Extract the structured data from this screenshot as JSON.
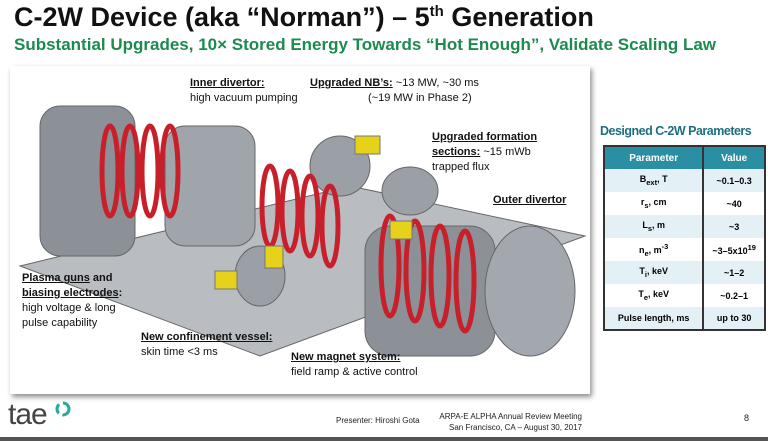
{
  "title": {
    "main": "C-2W Device (aka “Norman”) – 5",
    "sup": "th",
    "rest": " Generation"
  },
  "subtitle": "Substantial Upgrades, 10× Stored Energy Towards “Hot Enough”, Validate Scaling Law",
  "labels": {
    "inner_divertor": {
      "head": "Inner divertor:",
      "body": "high vacuum pumping"
    },
    "nbs": {
      "head": "Upgraded NB’s:",
      "head_tail": " ~13 MW, ~30 ms",
      "body": "(~19 MW in Phase 2)"
    },
    "formation": {
      "head1": "Upgraded formation",
      "head2": "sections:",
      "head_tail": " ~15 mWb",
      "body": "trapped flux"
    },
    "outer_divertor": {
      "head": "Outer divertor"
    },
    "plasma_guns": {
      "head1": "Plasma guns",
      "head1_tail": " and",
      "head2": "biasing electrodes",
      "head2_tail": ":",
      "body1": "high voltage & long",
      "body2": "pulse capability"
    },
    "vessel": {
      "head": "New confinement vessel:",
      "body": "skin time <3 ms"
    },
    "magnet": {
      "head": "New magnet system:",
      "body": "field ramp & active control"
    }
  },
  "table": {
    "title": "Designed C-2W Parameters",
    "headers": [
      "Parameter",
      "Value"
    ],
    "rows": [
      {
        "p": "B",
        "sub": "ext",
        "suffix": ", T",
        "v": "~0.1–0.3"
      },
      {
        "p": "r",
        "sub": "s",
        "suffix": ", cm",
        "v": "~40"
      },
      {
        "p": "L",
        "sub": "s",
        "suffix": ", m",
        "v": "~3"
      },
      {
        "p": "n",
        "sub": "e",
        "suffix": ", m",
        "sup": "-3",
        "v": "~3–5x10",
        "vsup": "19"
      },
      {
        "p": "T",
        "sub": "i",
        "suffix": ", keV",
        "v": "~1–2"
      },
      {
        "p": "T",
        "sub": "e",
        "suffix": ", keV",
        "v": "~0.2–1"
      },
      {
        "p": "Pulse length, ms",
        "v": "up to 30"
      }
    ]
  },
  "footer": {
    "logo": "tae",
    "presenter": "Presenter: Hiroshi Gota",
    "meeting1": "ARPA-E ALPHA Annual Review Meeting",
    "meeting2": "San Francisco, CA – August 30, 2017",
    "page": "8"
  },
  "colors": {
    "subtitle": "#1d8a4e",
    "table_header": "#2b8fa3",
    "table_title": "#1d6f80",
    "coils": "#c8202a"
  }
}
